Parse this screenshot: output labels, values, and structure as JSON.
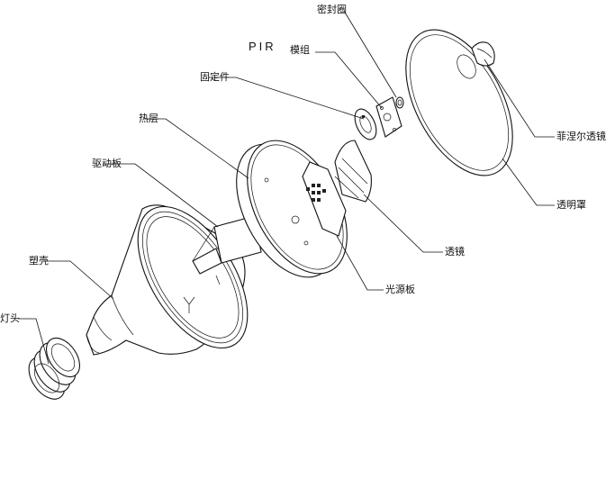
{
  "labels": {
    "seal_ring": "密封圈",
    "pir_prefix": "PIR",
    "pir_module": "模组",
    "fixing_part": "固定件",
    "heat_layer": "热层",
    "driver_board": "驱动板",
    "plastic_shell": "塑壳",
    "lamp_cap": "灯头",
    "fresnel_lens": "菲涅尔透镜",
    "transparent_cover": "透明罩",
    "lens": "透镜",
    "light_source_board": "光源板"
  }
}
